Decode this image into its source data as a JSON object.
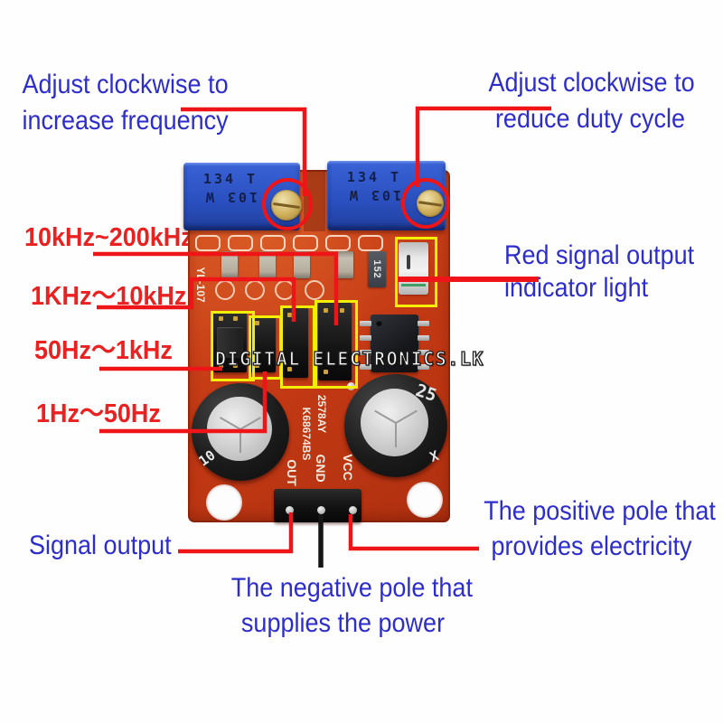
{
  "annotations": {
    "top_left": {
      "line1": "Adjust clockwise to",
      "line2": "increase frequency"
    },
    "top_right": {
      "line1": "Adjust clockwise to",
      "line2": "reduce duty cycle"
    },
    "frequency_ranges": [
      "10kHz~200kHz",
      "1KHz～10kHz",
      "50Hz～1kHz",
      "1Hz～50Hz"
    ],
    "led_label": {
      "line1": "Red signal output",
      "line2": "indicator light"
    },
    "signal_output": "Signal output",
    "negative_pole": {
      "line1": "The negative pole that",
      "line2": "supplies the power"
    },
    "positive_pole": {
      "line1": "The positive pole that",
      "line2": "provides electricity"
    }
  },
  "watermark": "DIGITAL ELECTRONICS.LK",
  "board": {
    "pot_marking_top": "134 T",
    "pot_marking_bottom": "103 W",
    "resistor_marking": "152",
    "silkscreen_edge": "YL-107",
    "silkscreen_id1": "2578AY",
    "silkscreen_id2": "K68674BS",
    "pin_out": "OUT",
    "pin_gnd": "GND",
    "pin_vcc": "VCC",
    "cap_left_marking": "10",
    "cap_right_marking1": "25",
    "cap_right_marking2": "X"
  },
  "colors": {
    "annotation_blue": "#2d2dcb",
    "annotation_red": "#e92120",
    "highlight_yellow": "#f3ee06",
    "board_red": "#c43a14",
    "pot_blue": "#2b50c0"
  }
}
